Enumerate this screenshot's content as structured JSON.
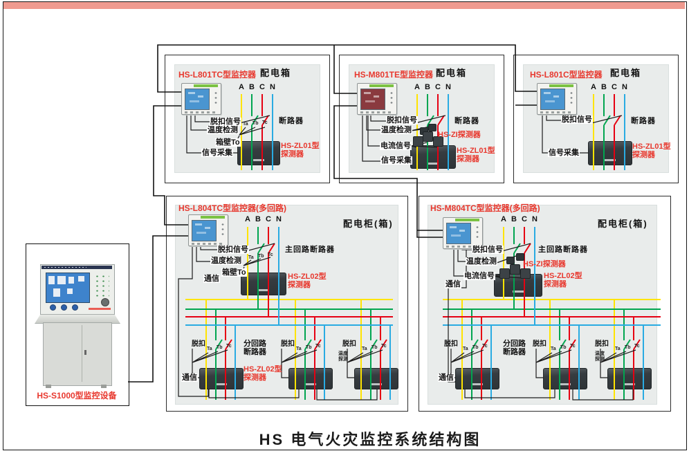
{
  "frame": {
    "accent_color": "#ef9a8f"
  },
  "title": "HS 电气火灾监控系统结构图",
  "colors": {
    "phase_a": "#ffe400",
    "phase_b": "#00a550",
    "phase_c": "#e60012",
    "phase_n": "#29abe2",
    "red_text": "#e8382e",
    "box_fill": "#e9eceb"
  },
  "console": {
    "label": "HS-S1000型监控设备"
  },
  "boxes": [
    {
      "title": "HS-L801TC型监控器",
      "location": "配电箱",
      "phases": [
        "A",
        "B",
        "C",
        "N"
      ],
      "breaker": "断路器",
      "labels": {
        "trip": "脱扣信号",
        "temp": "温度检测",
        "wall": "箱壁To",
        "signal": "信号采集"
      },
      "sensors": [
        "Ta",
        "Tb",
        "Tc"
      ],
      "detector": [
        "HS-ZL01型",
        "探测器"
      ]
    },
    {
      "title": "HS-M801TE型监控器",
      "location": "配电箱",
      "phases": [
        "A",
        "B",
        "C",
        "N"
      ],
      "breaker": "断路器",
      "labels": {
        "trip": "脱扣信号",
        "temp": "温度检测",
        "current": "电流信号",
        "signal": "信号采集"
      },
      "zi_detector": "HS-ZI探测器",
      "detector": [
        "HS-ZL01型",
        "探测器"
      ]
    },
    {
      "title": "HS-L801C型监控器",
      "location": "配电箱",
      "phases": [
        "A",
        "B",
        "C",
        "N"
      ],
      "breaker": "断路器",
      "labels": {
        "trip": "脱扣信号",
        "signal": "信号采集"
      },
      "detector": [
        "HS-ZL01型",
        "探测器"
      ]
    },
    {
      "title": "HS-L804TC型监控器(多回路)",
      "location": "配电柜(箱)",
      "phases": [
        "A",
        "B",
        "C",
        "N"
      ],
      "main_breaker": "主回路断路器",
      "labels": {
        "trip": "脱扣信号",
        "temp": "温度检测",
        "wall": "箱壁To",
        "comm": "通信"
      },
      "sensors": [
        "Ta",
        "Tb",
        "Tc"
      ],
      "detector": [
        "HS-ZL02型",
        "探测器"
      ],
      "branch": {
        "trip": "脱扣",
        "breaker": [
          "分回路",
          "断路器"
        ],
        "detector": [
          "HS-ZL02型",
          "探测器"
        ],
        "comm": "通信",
        "temp": [
          "温度",
          "探测"
        ]
      }
    },
    {
      "title": "HS-M804TC型监控器(多回路)",
      "location": "配电柜(箱)",
      "phases": [
        "A",
        "B",
        "C",
        "N"
      ],
      "main_breaker": "主回路断路器",
      "labels": {
        "trip": "脱扣信号",
        "temp": "温度检测",
        "current": "电流信号",
        "comm": "通信"
      },
      "zi_detector": "HS-ZI探测器",
      "sensors": [
        "Ta",
        "Tb",
        "Tc"
      ],
      "detector": [
        "HS-ZL02型",
        "探测器"
      ],
      "branch": {
        "trip": "脱扣",
        "breaker": [
          "分回路",
          "断路器"
        ],
        "comm": "通信",
        "temp": [
          "温度",
          "探测"
        ]
      }
    }
  ]
}
